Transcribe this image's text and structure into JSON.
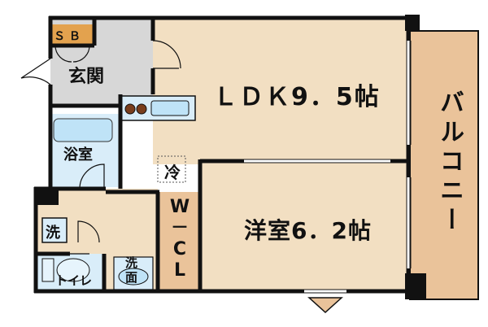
{
  "colors": {
    "ldk_floor": "#f2dfc2",
    "balcony": "#eac39a",
    "entrance": "#d7d7d7",
    "sb": "#e3a24e",
    "wet_area": "#d9edf9",
    "wcl": "#eac39a",
    "wall": "#111111",
    "window": "#ffffff"
  },
  "rooms": {
    "ldk": {
      "label": "ＬＤＫ9．5帖"
    },
    "western": {
      "label": "洋室6．2帖"
    },
    "balcony": {
      "label": "バルコニー"
    },
    "entrance": {
      "label": "玄関"
    },
    "sb": {
      "label": "Ｓ Ｂ"
    },
    "bath": {
      "label": "浴室"
    },
    "wcl": {
      "label_top": "W",
      "label_dash": "－",
      "label_mid": "C",
      "label_bottom": "L"
    },
    "fridge": {
      "label": "冷"
    },
    "washer": {
      "label": "洗"
    },
    "toilet": {
      "label": "トイレ"
    },
    "washbasin": {
      "label_top": "洗",
      "label_bottom": "面"
    }
  }
}
